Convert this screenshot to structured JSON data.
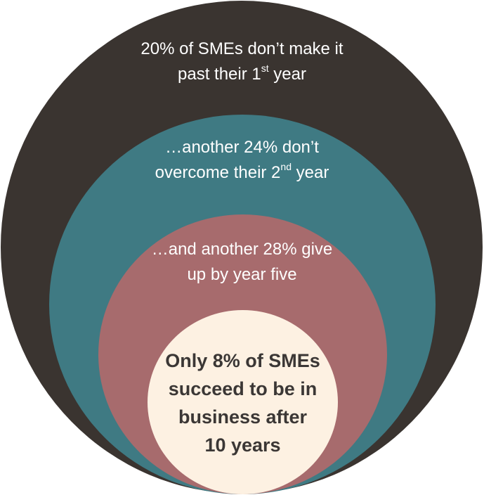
{
  "rings": [
    {
      "line1": "20% of SMEs don’t make it",
      "line2_pre": "past their 1",
      "line2_sup": "st",
      "line2_post": " year",
      "color": "#3a3430"
    },
    {
      "line1": "…another 24% don’t",
      "line2_pre": "overcome their 2",
      "line2_sup": "nd",
      "line2_post": " year",
      "color": "#3f7a83"
    },
    {
      "line1": "…and another 28% give",
      "line2": "up by year five",
      "color": "#a76b6d"
    },
    {
      "lines": [
        "Only 8% of SMEs",
        "succeed to be in",
        "business after",
        "10 years"
      ],
      "color": "#fdf1e2",
      "text_color": "#3b3735"
    }
  ]
}
